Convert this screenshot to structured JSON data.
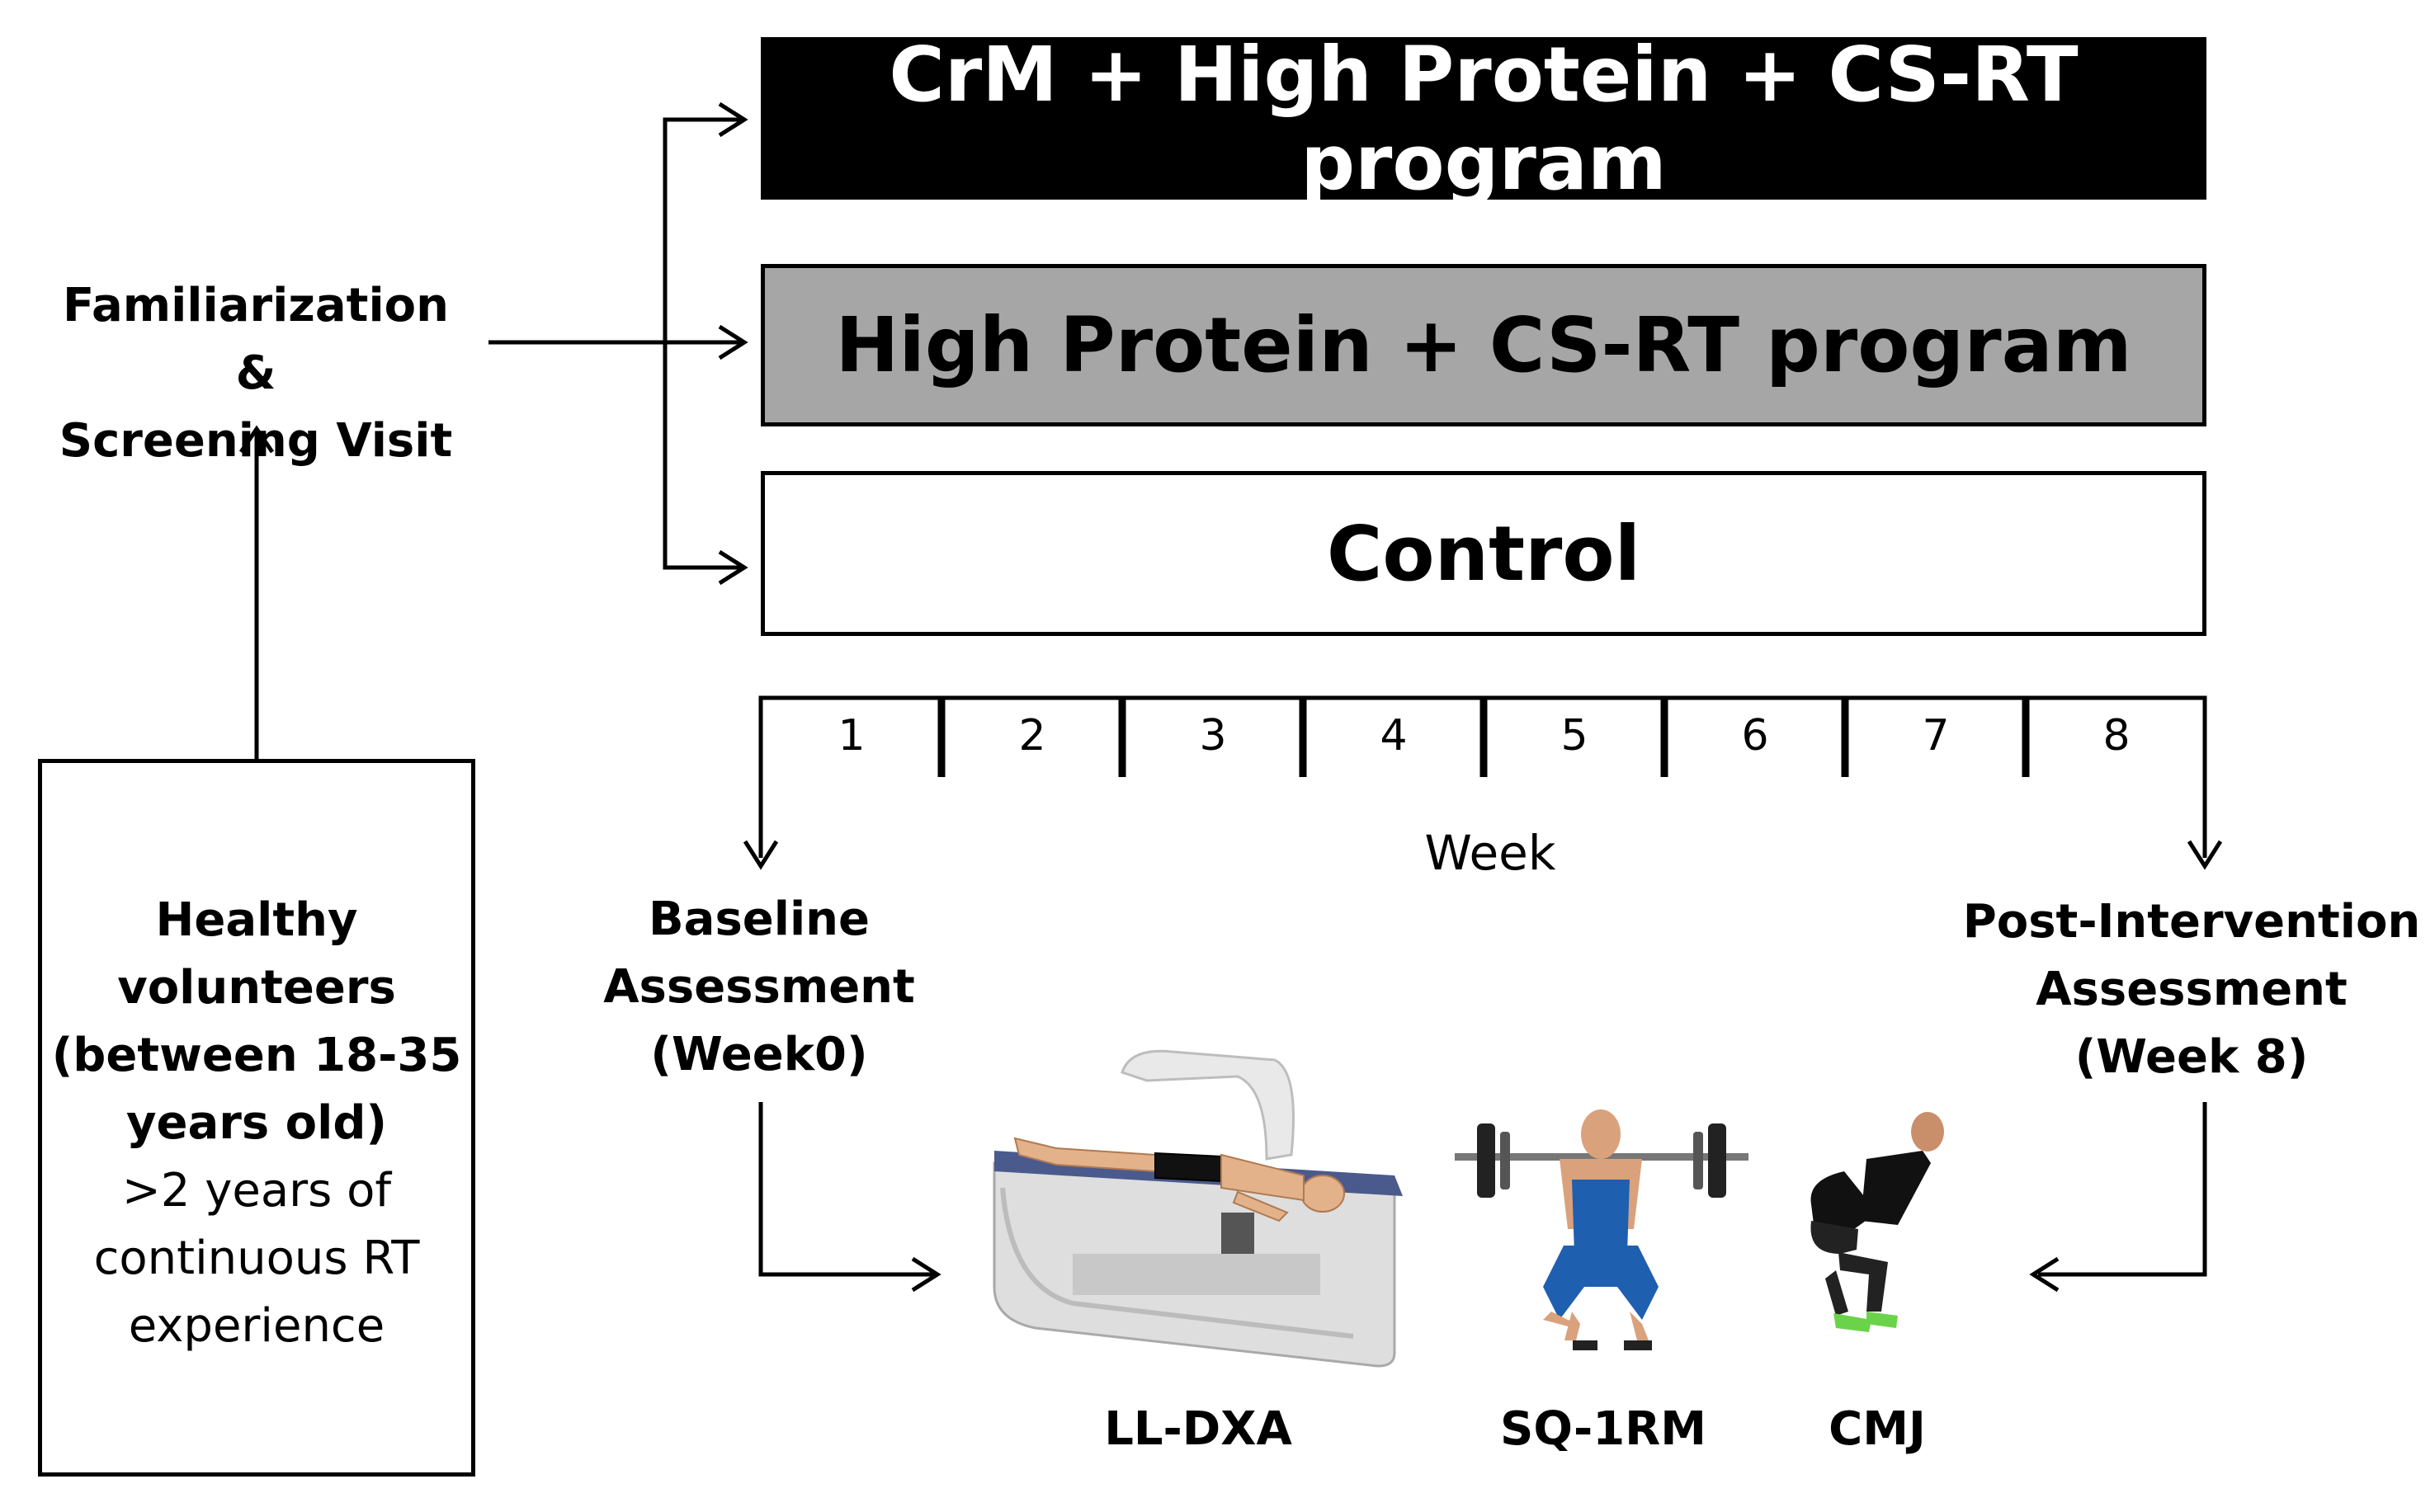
{
  "groups": {
    "crm": {
      "label": "CrM + High Protein + CS-RT program",
      "fill": "#000000",
      "text": "#ffffff"
    },
    "protein": {
      "label": "High Protein + CS-RT program",
      "fill": "#a6a6a6",
      "text": "#000000"
    },
    "control": {
      "label": "Control",
      "fill": "#ffffff",
      "text": "#000000"
    }
  },
  "screening": {
    "line1": "Familiarization &",
    "line2": "Screening Visit"
  },
  "participants": {
    "line1": "Healthy",
    "line2": "volunteers",
    "line3": "(between 18-35",
    "line4": "years old)",
    "line5": ">2 years of",
    "line6": "continuous RT",
    "line7": "experience"
  },
  "timeline": {
    "weeks": [
      "1",
      "2",
      "3",
      "4",
      "5",
      "6",
      "7",
      "8"
    ],
    "axis_label": "Week"
  },
  "baseline": {
    "line1": "Baseline",
    "line2": "Assessment",
    "line3": "(Week0)"
  },
  "post": {
    "line1": "Post-Intervention",
    "line2": "Assessment",
    "line3": "(Week 8)"
  },
  "measures": {
    "dxa": "LL-DXA",
    "squat": "SQ-1RM",
    "cmj": "CMJ"
  }
}
